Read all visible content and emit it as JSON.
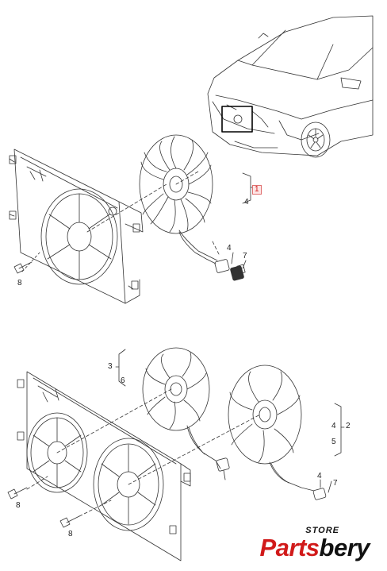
{
  "callouts": {
    "top_part_1": "1",
    "top_part_4": "4",
    "top_connector_4": "4",
    "top_connector_7": "7",
    "top_bolt_8": "8",
    "bottom_part_3": "3",
    "bottom_part_6": "6",
    "bottom_part_2": "2",
    "bottom_part_4": "4",
    "bottom_part_5": "5",
    "bottom_connector_4": "4",
    "bottom_connector_7": "7",
    "bottom_bolt_8a": "8",
    "bottom_bolt_8b": "8"
  },
  "highlight_color": "#d11a1a",
  "brand": {
    "store": "STORE",
    "name_part1": "Parts",
    "name_part2": "bery"
  }
}
